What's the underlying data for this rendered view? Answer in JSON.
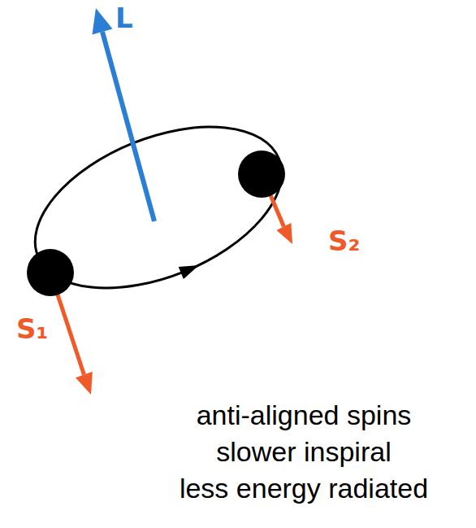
{
  "diagram": {
    "labels": [
      "L",
      "S₂",
      "S₁",
      "anti-aligned spins",
      "slower inspiral",
      "less energy radiated"
    ]
  }
}
